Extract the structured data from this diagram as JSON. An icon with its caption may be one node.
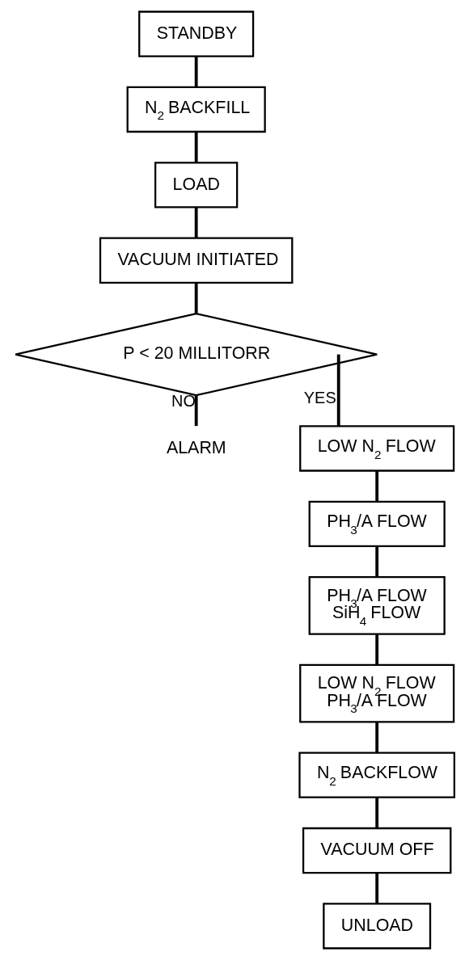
{
  "diagram": {
    "nodes": [
      {
        "text": [
          "STANDBY"
        ]
      },
      {
        "text": [
          "N$_{2}$ BACKFILL"
        ]
      },
      {
        "text": [
          "LOAD"
        ]
      },
      {
        "text": [
          "VACUUM INITIATED"
        ]
      },
      {
        "text": [
          "P < 20 MILLITORR"
        ]
      },
      {
        "text": [
          "ALARM"
        ]
      },
      {
        "text": [
          "LOW N$_{2}$ FLOW"
        ]
      },
      {
        "text": [
          "PH$_{3}$/A FLOW"
        ]
      },
      {
        "text": [
          "PH$_{3}$/A FLOW",
          "SiH$_{4}$ FLOW"
        ]
      },
      {
        "text": [
          "LOW N$_{2}$ FLOW",
          "PH$_{3}$/A FLOW"
        ]
      },
      {
        "text": [
          "N$_{2}$ BACKFLOW"
        ]
      },
      {
        "text": [
          "VACUUM OFF"
        ]
      },
      {
        "text": [
          "UNLOAD"
        ]
      }
    ],
    "edges": [
      {
        "from": 0,
        "to": 1,
        "arrow": "none"
      },
      {
        "from": 1,
        "to": 2,
        "arrow": "none"
      },
      {
        "from": 2,
        "to": 3,
        "arrow": "none"
      },
      {
        "from": 3,
        "to": 4,
        "arrow": "none"
      },
      {
        "from": 4,
        "to": 6,
        "arrow": "none",
        "label": "YES"
      },
      {
        "from": 4,
        "to": 5,
        "arrow": "none",
        "label": "NO"
      },
      {
        "from": 6,
        "to": 7,
        "arrow": "none"
      },
      {
        "from": 7,
        "to": 8,
        "arrow": "none"
      },
      {
        "from": 8,
        "to": 9,
        "arrow": "none"
      },
      {
        "from": 9,
        "to": 10,
        "arrow": "none"
      },
      {
        "from": 10,
        "to": 11,
        "arrow": "none"
      },
      {
        "from": 11,
        "to": 12,
        "arrow": "none"
      }
    ]
  }
}
